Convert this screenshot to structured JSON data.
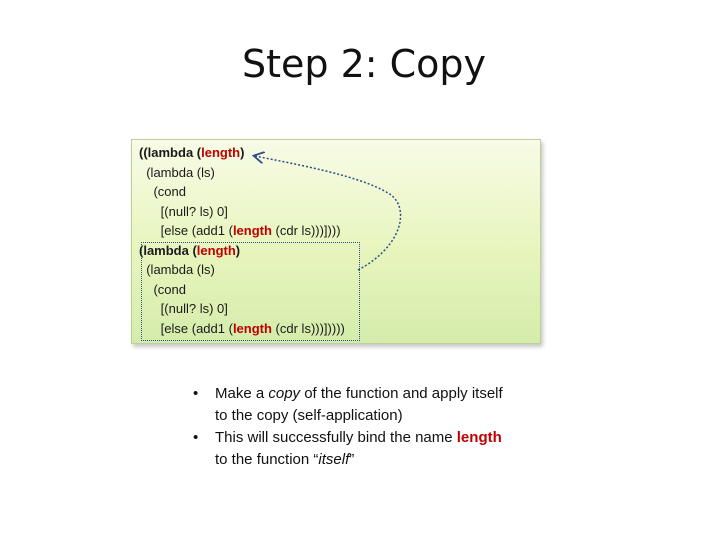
{
  "title": "Step 2: Copy",
  "code": {
    "l1": {
      "a": "((lambda (",
      "b": "length",
      "c": ")"
    },
    "l2": "  (lambda (ls)",
    "l3": "    (cond",
    "l4": "      [(null? ls) 0]",
    "l5": {
      "a": "      [else (add1 (",
      "b": "length",
      "c": " (cdr ls)))])))"
    },
    "l6": {
      "a": "(lambda (",
      "b": "length",
      "c": ")"
    },
    "l7": "  (lambda (ls)",
    "l8": "    (cond",
    "l9": "      [(null? ls) 0]",
    "l10": {
      "a": "      [else (add1 (",
      "b": "length",
      "c": " (cdr ls)))]))))"
    }
  },
  "bullets": [
    {
      "dot": "•",
      "p1": "Make a ",
      "em": "copy",
      "p2": " of the function and apply itself",
      "p3": "to the copy (self-application)"
    },
    {
      "dot": "•",
      "p1": "This will successfully bind the name ",
      "em": "length",
      "p3": "to the function “",
      "em2": "itself",
      "p4": "”"
    }
  ],
  "colors": {
    "highlight": "#c00000",
    "arrow": "#2f4d86"
  }
}
